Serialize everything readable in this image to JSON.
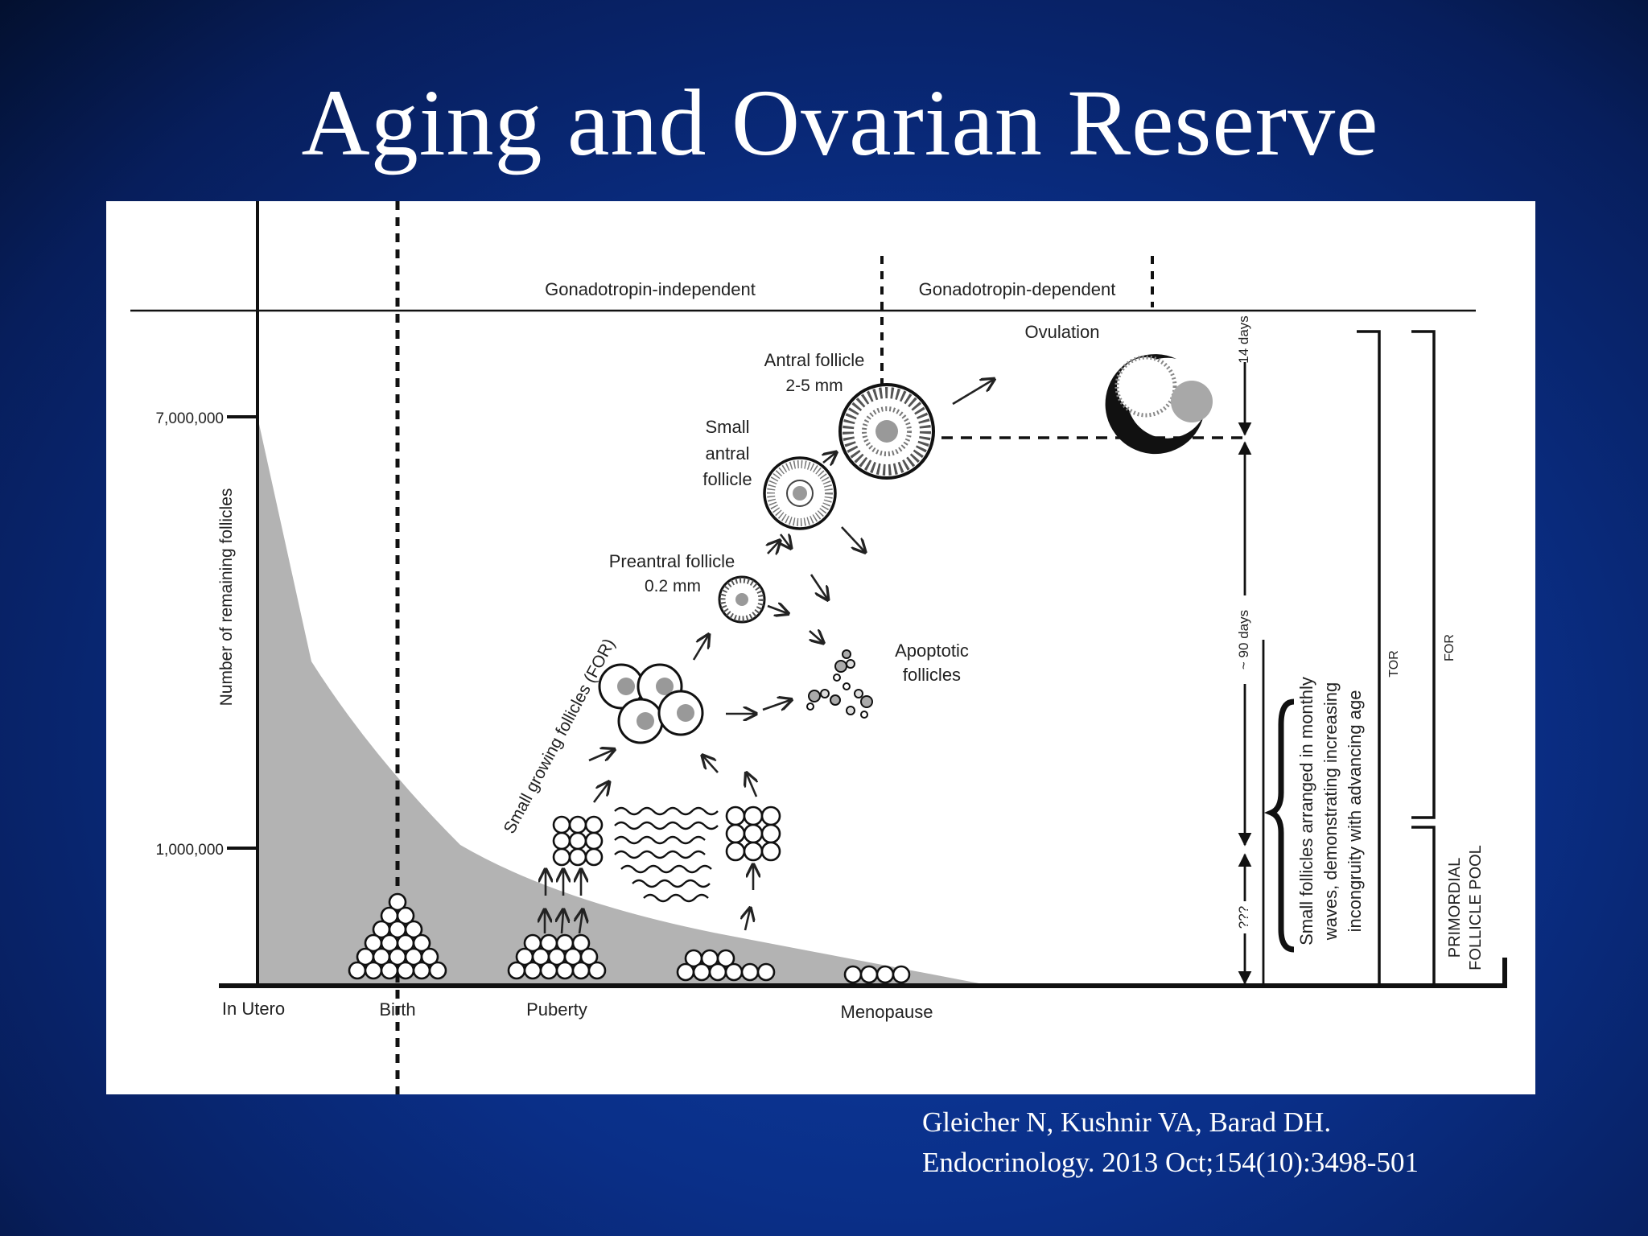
{
  "title": "Aging and Ovarian Reserve",
  "diagram": {
    "phases": {
      "independent": "Gonadotropin-independent",
      "dependent": "Gonadotropin-dependent"
    },
    "y_axis": {
      "label": "Number of remaining follicles",
      "tick_high": "7,000,000",
      "tick_low": "1,000,000"
    },
    "x_axis": {
      "in_utero": "In Utero",
      "birth": "Birth",
      "puberty": "Puberty",
      "menopause": "Menopause"
    },
    "stages": {
      "ovulation": "Ovulation",
      "antral_line1": "Antral follicle",
      "antral_line2": "2-5 mm",
      "small_antral_1": "Small",
      "small_antral_2": "antral",
      "small_antral_3": "follicle",
      "preantral_1": "Preantral follicle",
      "preantral_2": "0.2 mm",
      "small_growing": "Small growing follicles (FOR)",
      "apoptotic_1": "Apoptotic",
      "apoptotic_2": "follicles"
    },
    "timeline": {
      "days14": "14 days",
      "days90": "~ 90 days",
      "unknown": "???"
    },
    "note": {
      "line1": "Small follicles arranged in monthly",
      "line2": "waves, demonstrating increasing",
      "line3": "incongruity with advancing age"
    },
    "brackets": {
      "tor": "TOR",
      "for": "FOR",
      "pool_1": "PRIMORDIAL",
      "pool_2": "FOLLICLE POOL"
    }
  },
  "citation": {
    "line1": "Gleicher N, Kushnir VA, Barad DH.",
    "line2": "Endocrinology. 2013 Oct;154(10):3498-501"
  }
}
